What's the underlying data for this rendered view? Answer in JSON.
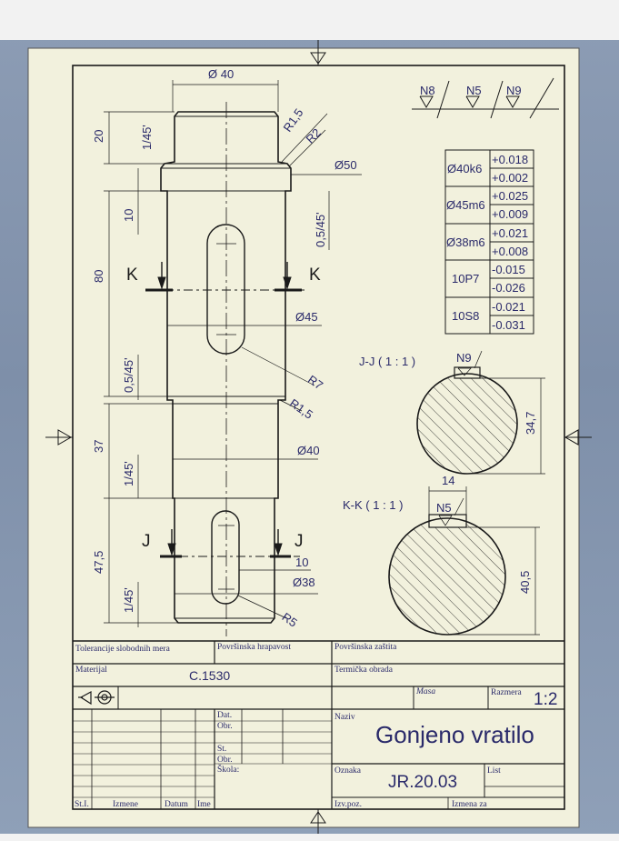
{
  "surface_finish": {
    "n1": "N8",
    "n2": "N5",
    "n3": "N9"
  },
  "tolerance_table": [
    {
      "fit": "Ø40k6",
      "upper": "+0.018",
      "lower": "+0.002"
    },
    {
      "fit": "Ø45m6",
      "upper": "+0.025",
      "lower": "+0.009"
    },
    {
      "fit": "Ø38m6",
      "upper": "+0.021",
      "lower": "+0.008"
    },
    {
      "fit": "10P7",
      "upper": "-0.015",
      "lower": "-0.026"
    },
    {
      "fit": "10S8",
      "upper": "-0.021",
      "lower": "-0.031"
    }
  ],
  "dims": {
    "d40_top": "Ø 40",
    "r15_top": "R1,5",
    "r2": "R2",
    "d50": "Ø50",
    "c1_top": "1/45'",
    "l20": "20",
    "l10": "10",
    "c05_right": "0,5/45'",
    "l80": "80",
    "k_left": "K",
    "k_right": "K",
    "d45": "Ø45",
    "r7": "R7",
    "c05_left": "0,5/45'",
    "r15_mid": "R1,5",
    "d40_mid": "Ø40",
    "l37": "37",
    "c1_mid": "1/45'",
    "j_left": "J",
    "j_right": "J",
    "l47": "47,5",
    "w10": "10",
    "d38": "Ø38",
    "c1_bot": "1/45'",
    "r5": "R5"
  },
  "sections": {
    "jj_label": "J-J  ( 1 : 1 )",
    "jj_finish": "N9",
    "jj_depth": "34,7",
    "kk_label": "K-K  ( 1 : 1 )",
    "kk_finish": "N5",
    "kk_width": "14",
    "kk_depth": "40,5"
  },
  "title_block": {
    "tolerancije": "Tolerancije slobodnih mera",
    "povrsinska_hrapavost": "Površinska hrapavost",
    "povrsinska_zastita": "Površinska zaštita",
    "materijal_label": "Materijal",
    "materijal_value": "C.1530",
    "termicka_obrada": "Termička obrada",
    "masa": "Masa",
    "razmera_label": "Razmera",
    "razmera_value": "1:2",
    "dat": "Dat.",
    "obr1": "Obr.",
    "st": "St.",
    "obr2": "Obr.",
    "skola": "Škola:",
    "naziv_label": "Naziv",
    "naziv_value": "Gonjeno vratilo",
    "oznaka_label": "Oznaka",
    "oznaka_value": "JR.20.03",
    "list": "List",
    "izv_poz": "Izv.poz.",
    "izmena_za": "Izmena za",
    "st_l": "St.I.",
    "izmene": "Izmene",
    "datum": "Datum",
    "ime": "Ime"
  },
  "colors": {
    "sheet": "#f2f1dd",
    "line": "#1a1a1a",
    "text": "#2a2a6a",
    "background": "#8596b0"
  }
}
